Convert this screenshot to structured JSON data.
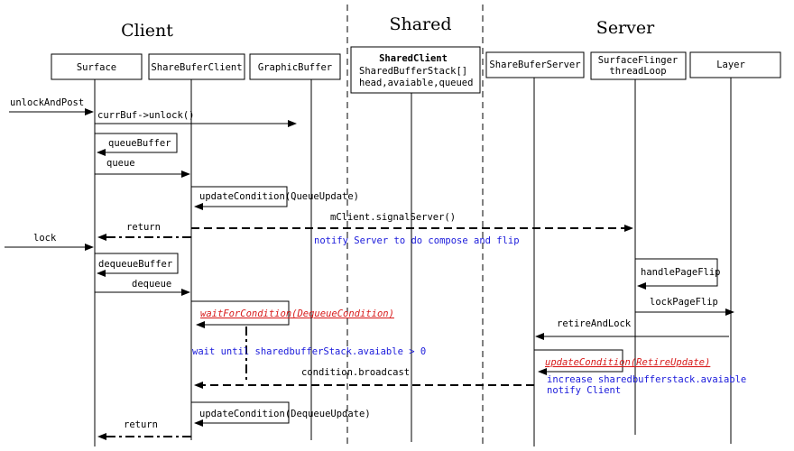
{
  "groups": {
    "client": "Client",
    "shared": "Shared",
    "server": "Server"
  },
  "participants": {
    "surface": "Surface",
    "share_buffer_client": "ShareBuferClient",
    "graphic_buffer": "GraphicBuffer",
    "shared_client": {
      "title": "SharedClient",
      "line1": "SharedBufferStack[]",
      "line2": "head,avaiable,queued"
    },
    "share_buffer_server": "ShareBuferServer",
    "surface_flinger": {
      "line1": "SurfaceFlinger",
      "line2": "threadLoop"
    },
    "layer": "Layer"
  },
  "messages": {
    "unlock_and_post": "unlockAndPost",
    "currbuf_unlock": "currBuf->unlock()",
    "queue_buffer": "queueBuffer",
    "queue": "queue",
    "update_condition_queue": "updateCondition(QueueUpdate)",
    "signal_server": "mClient.signalServer()",
    "return_1": "return",
    "notify_server": "notify Server to do compose and flip",
    "lock": "lock",
    "dequeue_buffer": "dequeueBuffer",
    "dequeue": "dequeue",
    "handle_page_flip": "handlePageFlip",
    "lock_page_flip": "lockPageFlip",
    "wait_for_condition": "waitForCondition(DequeueCondition)",
    "retire_and_lock": "retireAndLock",
    "wait_until": "wait until sharedbufferStack.avaiable > 0",
    "update_condition_retire": "updateCondition(RetireUpdate)",
    "condition_broadcast": "condition.broadcast",
    "increase_stack": "increase sharedbufferstack.avaiable",
    "notify_client": "notify Client",
    "update_condition_dequeue": "updateCondition(DequeueUpdate)",
    "return_2": "return"
  },
  "colors": {
    "note_blue": "#1a1adb",
    "condition_red": "#d81b1b",
    "line": "#000000"
  }
}
